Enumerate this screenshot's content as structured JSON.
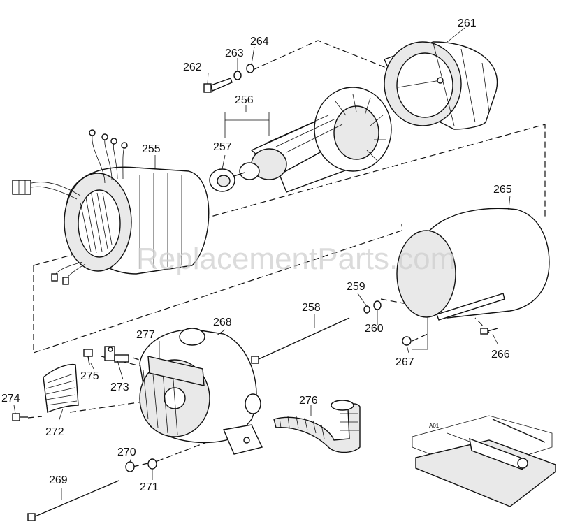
{
  "watermark": "ReplacementParts.com",
  "parts": {
    "p255": "255",
    "p256": "256",
    "p257": "257",
    "p258": "258",
    "p259": "259",
    "p260": "260",
    "p261": "261",
    "p262": "262",
    "p263": "263",
    "p264": "264",
    "p265": "265",
    "p266": "266",
    "p267": "267",
    "p268": "268",
    "p269": "269",
    "p270": "270",
    "p271": "271",
    "p272": "272",
    "p273": "273",
    "p274": "274",
    "p275": "275",
    "p276": "276",
    "p277": "277"
  },
  "kit_label": "A01",
  "colors": {
    "ink": "#111111",
    "watermark": "#cfcfcf"
  }
}
